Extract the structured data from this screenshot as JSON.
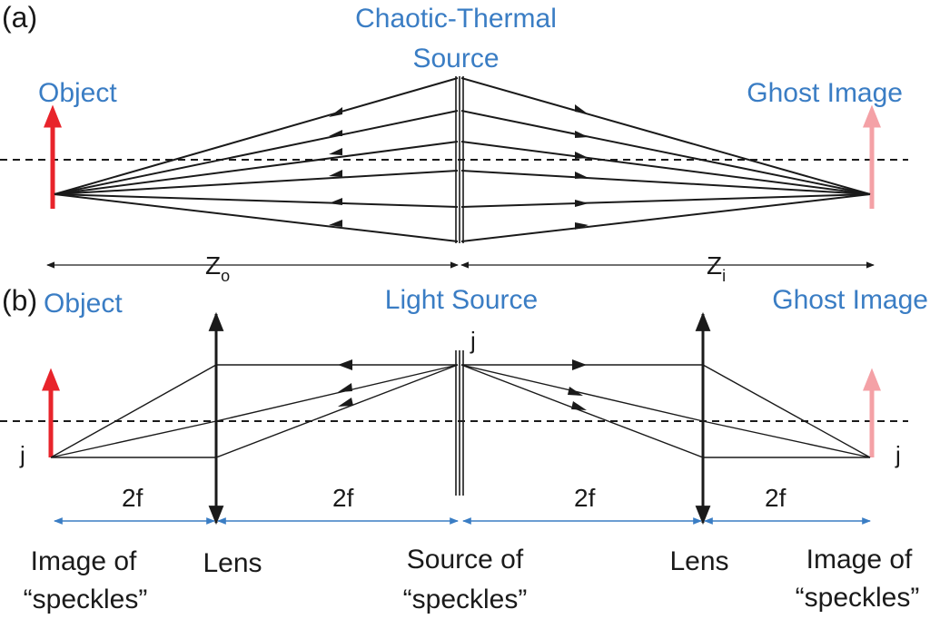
{
  "panel_a": {
    "tag": "(a)",
    "source_label_line1": "Chaotic-Thermal",
    "source_label_line2": "Source",
    "object_label": "Object",
    "ghost_label": "Ghost Image",
    "z_object_main": "Z",
    "z_object_sub": "o",
    "z_image_main": "Z",
    "z_image_sub": "i"
  },
  "panel_b": {
    "tag": "(b)",
    "object_label": "Object",
    "source_label": "Light Source",
    "ghost_label": "Ghost Image",
    "source_point_label": "j",
    "object_point_label": "j",
    "ghost_point_label": "j",
    "distance_labels": [
      "2f",
      "2f",
      "2f",
      "2f"
    ],
    "bottom_captions": [
      {
        "line1": "Image of",
        "line2": "“speckles”"
      },
      {
        "line1": "Lens",
        "line2": ""
      },
      {
        "line1": "Source of",
        "line2": "“speckles”"
      },
      {
        "line1": "Lens",
        "line2": ""
      },
      {
        "line1": "Image of",
        "line2": "“speckles”"
      }
    ]
  },
  "colors": {
    "label_blue": "#3a7dc4",
    "object_red": "#e8242b",
    "ghost_pink": "#f4a1a6",
    "line": "#1a1a1a",
    "dimension_blue": "#3a7dc4"
  }
}
